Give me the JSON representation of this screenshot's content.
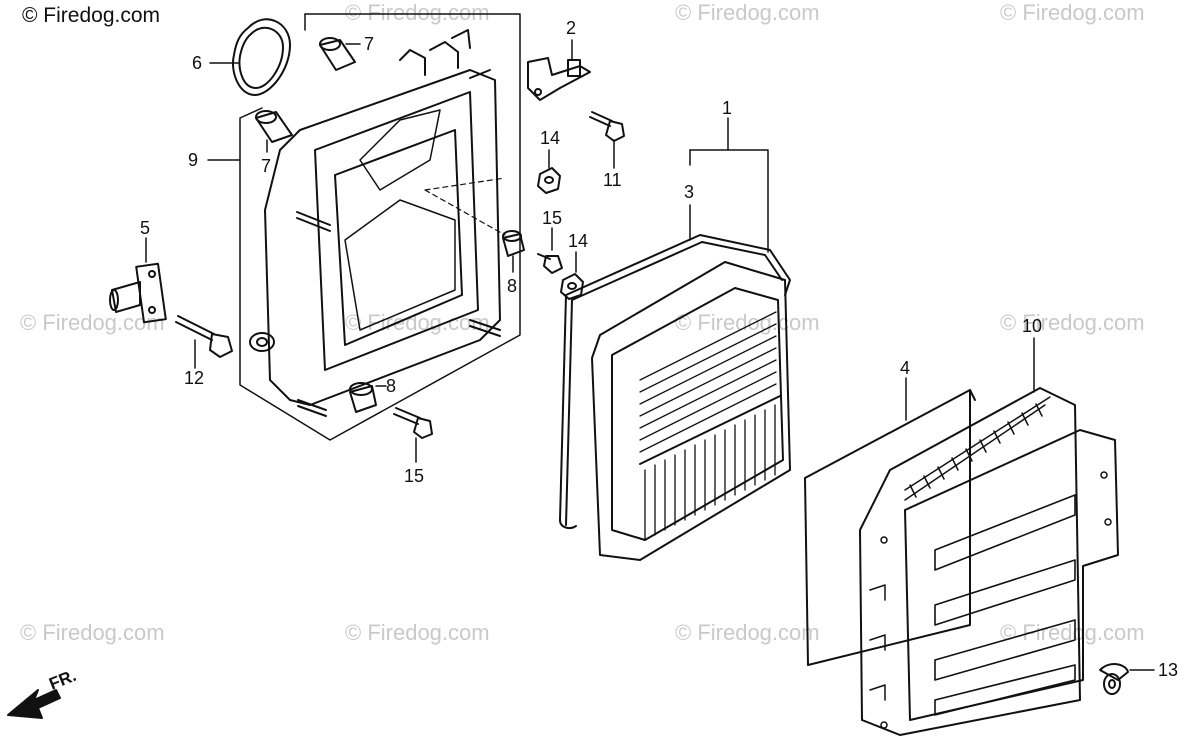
{
  "brand_mark": "© Firedog.com",
  "watermark_text": "© Firedog.com",
  "direction_label": "FR.",
  "callouts": {
    "c1": "1",
    "c2": "2",
    "c3": "3",
    "c4": "4",
    "c5": "5",
    "c6": "6",
    "c7a": "7",
    "c7b": "7",
    "c8a": "8",
    "c8b": "8",
    "c9": "9",
    "c10": "10",
    "c11": "11",
    "c12": "12",
    "c13": "13",
    "c14a": "14",
    "c14b": "14",
    "c15a": "15",
    "c15b": "15"
  },
  "colors": {
    "line": "#111111",
    "watermark": "#c9c9c9"
  }
}
